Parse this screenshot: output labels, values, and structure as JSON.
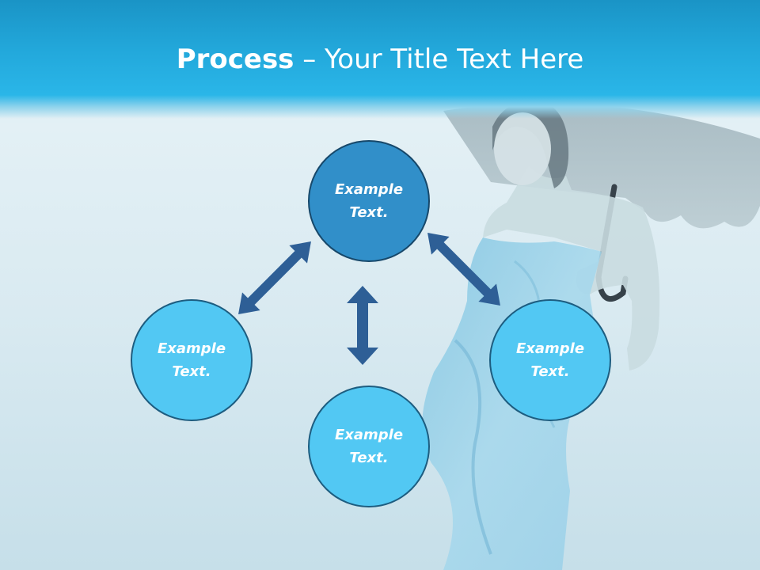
{
  "slide": {
    "title_bold": "Process",
    "title_rest": " – Your Title Text Here"
  },
  "nodes": {
    "top": {
      "line1": "Example",
      "line2": "Text."
    },
    "left": {
      "line1": "Example",
      "line2": "Text."
    },
    "right": {
      "line1": "Example",
      "line2": "Text."
    },
    "bottom": {
      "line1": "Example",
      "line2": "Text."
    }
  },
  "colors": {
    "header": "#23a9dc",
    "node_center": "#318fc9",
    "node_outer": "#52c8f3",
    "arrow": "#2e5f96"
  },
  "icons": [
    "double-headed-arrow"
  ]
}
